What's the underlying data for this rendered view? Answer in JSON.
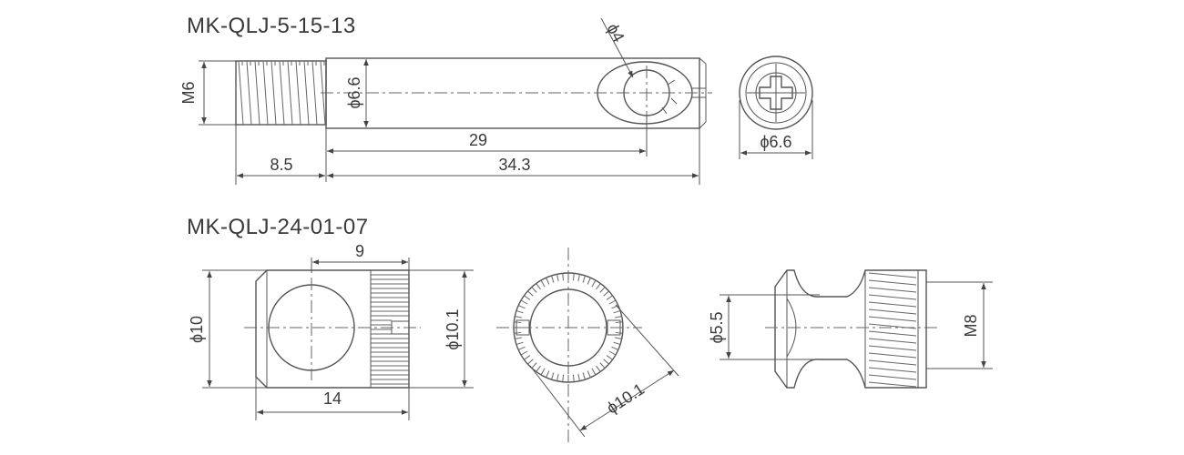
{
  "parts": [
    {
      "model": "MK-QLJ-5-15-13",
      "dims": {
        "thread": "M6",
        "body_dia": "ϕ6.6",
        "hole_dia": "ϕ4",
        "length_to_hole": "29",
        "body_length": "34.3",
        "thread_length": "8.5",
        "end_dia": "ϕ6.6"
      }
    },
    {
      "model": "MK-QLJ-24-01-07",
      "dims": {
        "hole_offset": "9",
        "outer_dia": "ϕ10",
        "knurl_dia": "ϕ10.1",
        "length": "14",
        "top_dia": "ϕ10.1",
        "neck_dia": "ϕ5.5",
        "thread": "M8"
      }
    }
  ]
}
